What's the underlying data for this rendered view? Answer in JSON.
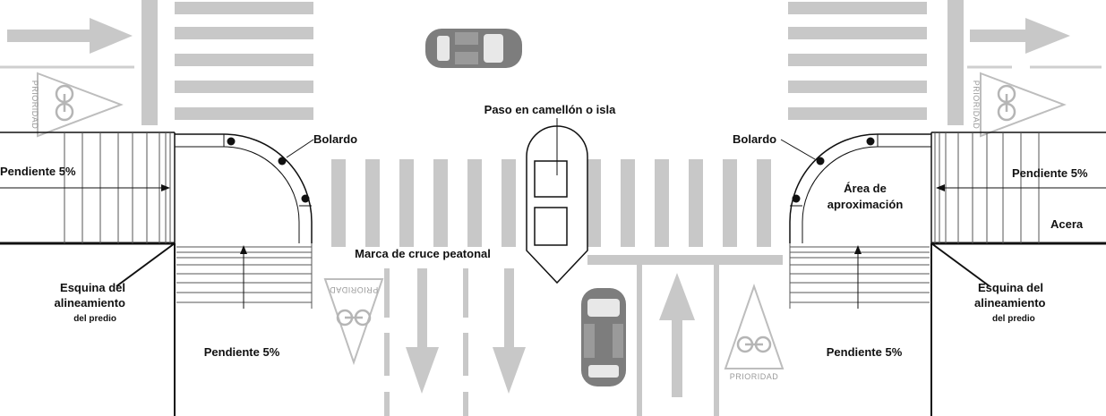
{
  "labels": {
    "paso_camellon": "Paso en camellón o isla",
    "bolardo_left": "Bolardo",
    "bolardo_right": "Bolardo",
    "pendiente_left_top": "Pendiente 5%",
    "pendiente_right_top": "Pendiente 5%",
    "area_line1": "Área de",
    "area_line2": "aproximación",
    "acera": "Acera",
    "marca_cruce": "Marca de cruce peatonal",
    "esquina_left_line1": "Esquina del",
    "esquina_left_line2": "alineamiento",
    "esquina_left_line3": "del predio",
    "esquina_right_line1": "Esquina del",
    "esquina_right_line2": "alineamiento",
    "esquina_right_line3": "del predio",
    "pendiente_left_bottom": "Pendiente 5%",
    "pendiente_right_bottom": "Pendiente 5%"
  },
  "signs": {
    "prioridad": "PRIORIDAD"
  },
  "colors": {
    "marking_gray": "#c8c8c8",
    "car_gray": "#7d7d7d",
    "line_black": "#111111"
  }
}
